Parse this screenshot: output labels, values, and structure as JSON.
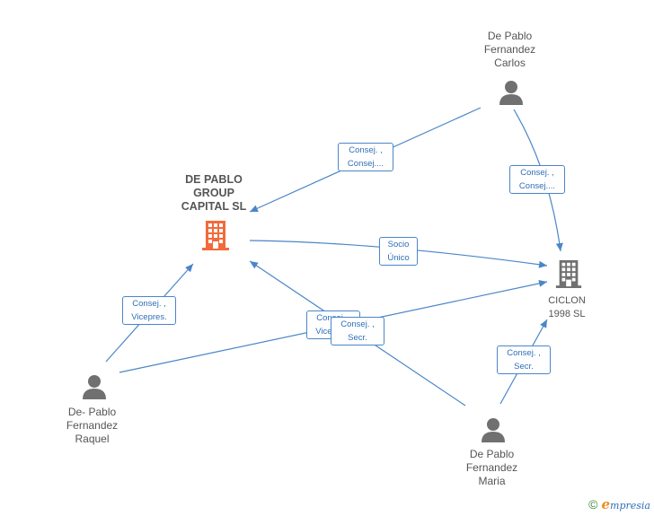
{
  "nodes": {
    "dpgc": {
      "lines": [
        "DE PABLO",
        "GROUP",
        "CAPITAL  SL"
      ]
    },
    "ciclon": {
      "lines": [
        "CICLON",
        "1998  SL"
      ]
    },
    "carlos": {
      "lines": [
        "De Pablo",
        "Fernandez",
        "Carlos"
      ]
    },
    "raquel": {
      "lines": [
        "De- Pablo",
        "Fernandez",
        "Raquel"
      ]
    },
    "maria": {
      "lines": [
        "De Pablo",
        "Fernandez",
        "Maria"
      ]
    }
  },
  "edge_labels": {
    "carlos_dpgc": [
      "Consej. ,",
      "Consej...."
    ],
    "carlos_ciclon": [
      "Consej. ,",
      "Consej...."
    ],
    "dpgc_ciclon": [
      "Socio",
      "Único"
    ],
    "raquel_dpgc": [
      "Consej. ,",
      "Vicepres."
    ],
    "raquel_ciclon": [
      "Consej. ,",
      "Vicepres."
    ],
    "maria_dpgc": [
      "Consej. ,",
      "Secr."
    ],
    "maria_ciclon": [
      "Consej. ,",
      "Secr."
    ]
  },
  "colors": {
    "edge": "#4a86c8",
    "company_main": "#f26a3a",
    "company": "#707070",
    "person": "#707070"
  },
  "icons": {
    "company": "building-icon",
    "person": "person-icon"
  },
  "footer": {
    "copyright": "©",
    "brand_initial": "e",
    "brand_rest": "mpresia"
  }
}
